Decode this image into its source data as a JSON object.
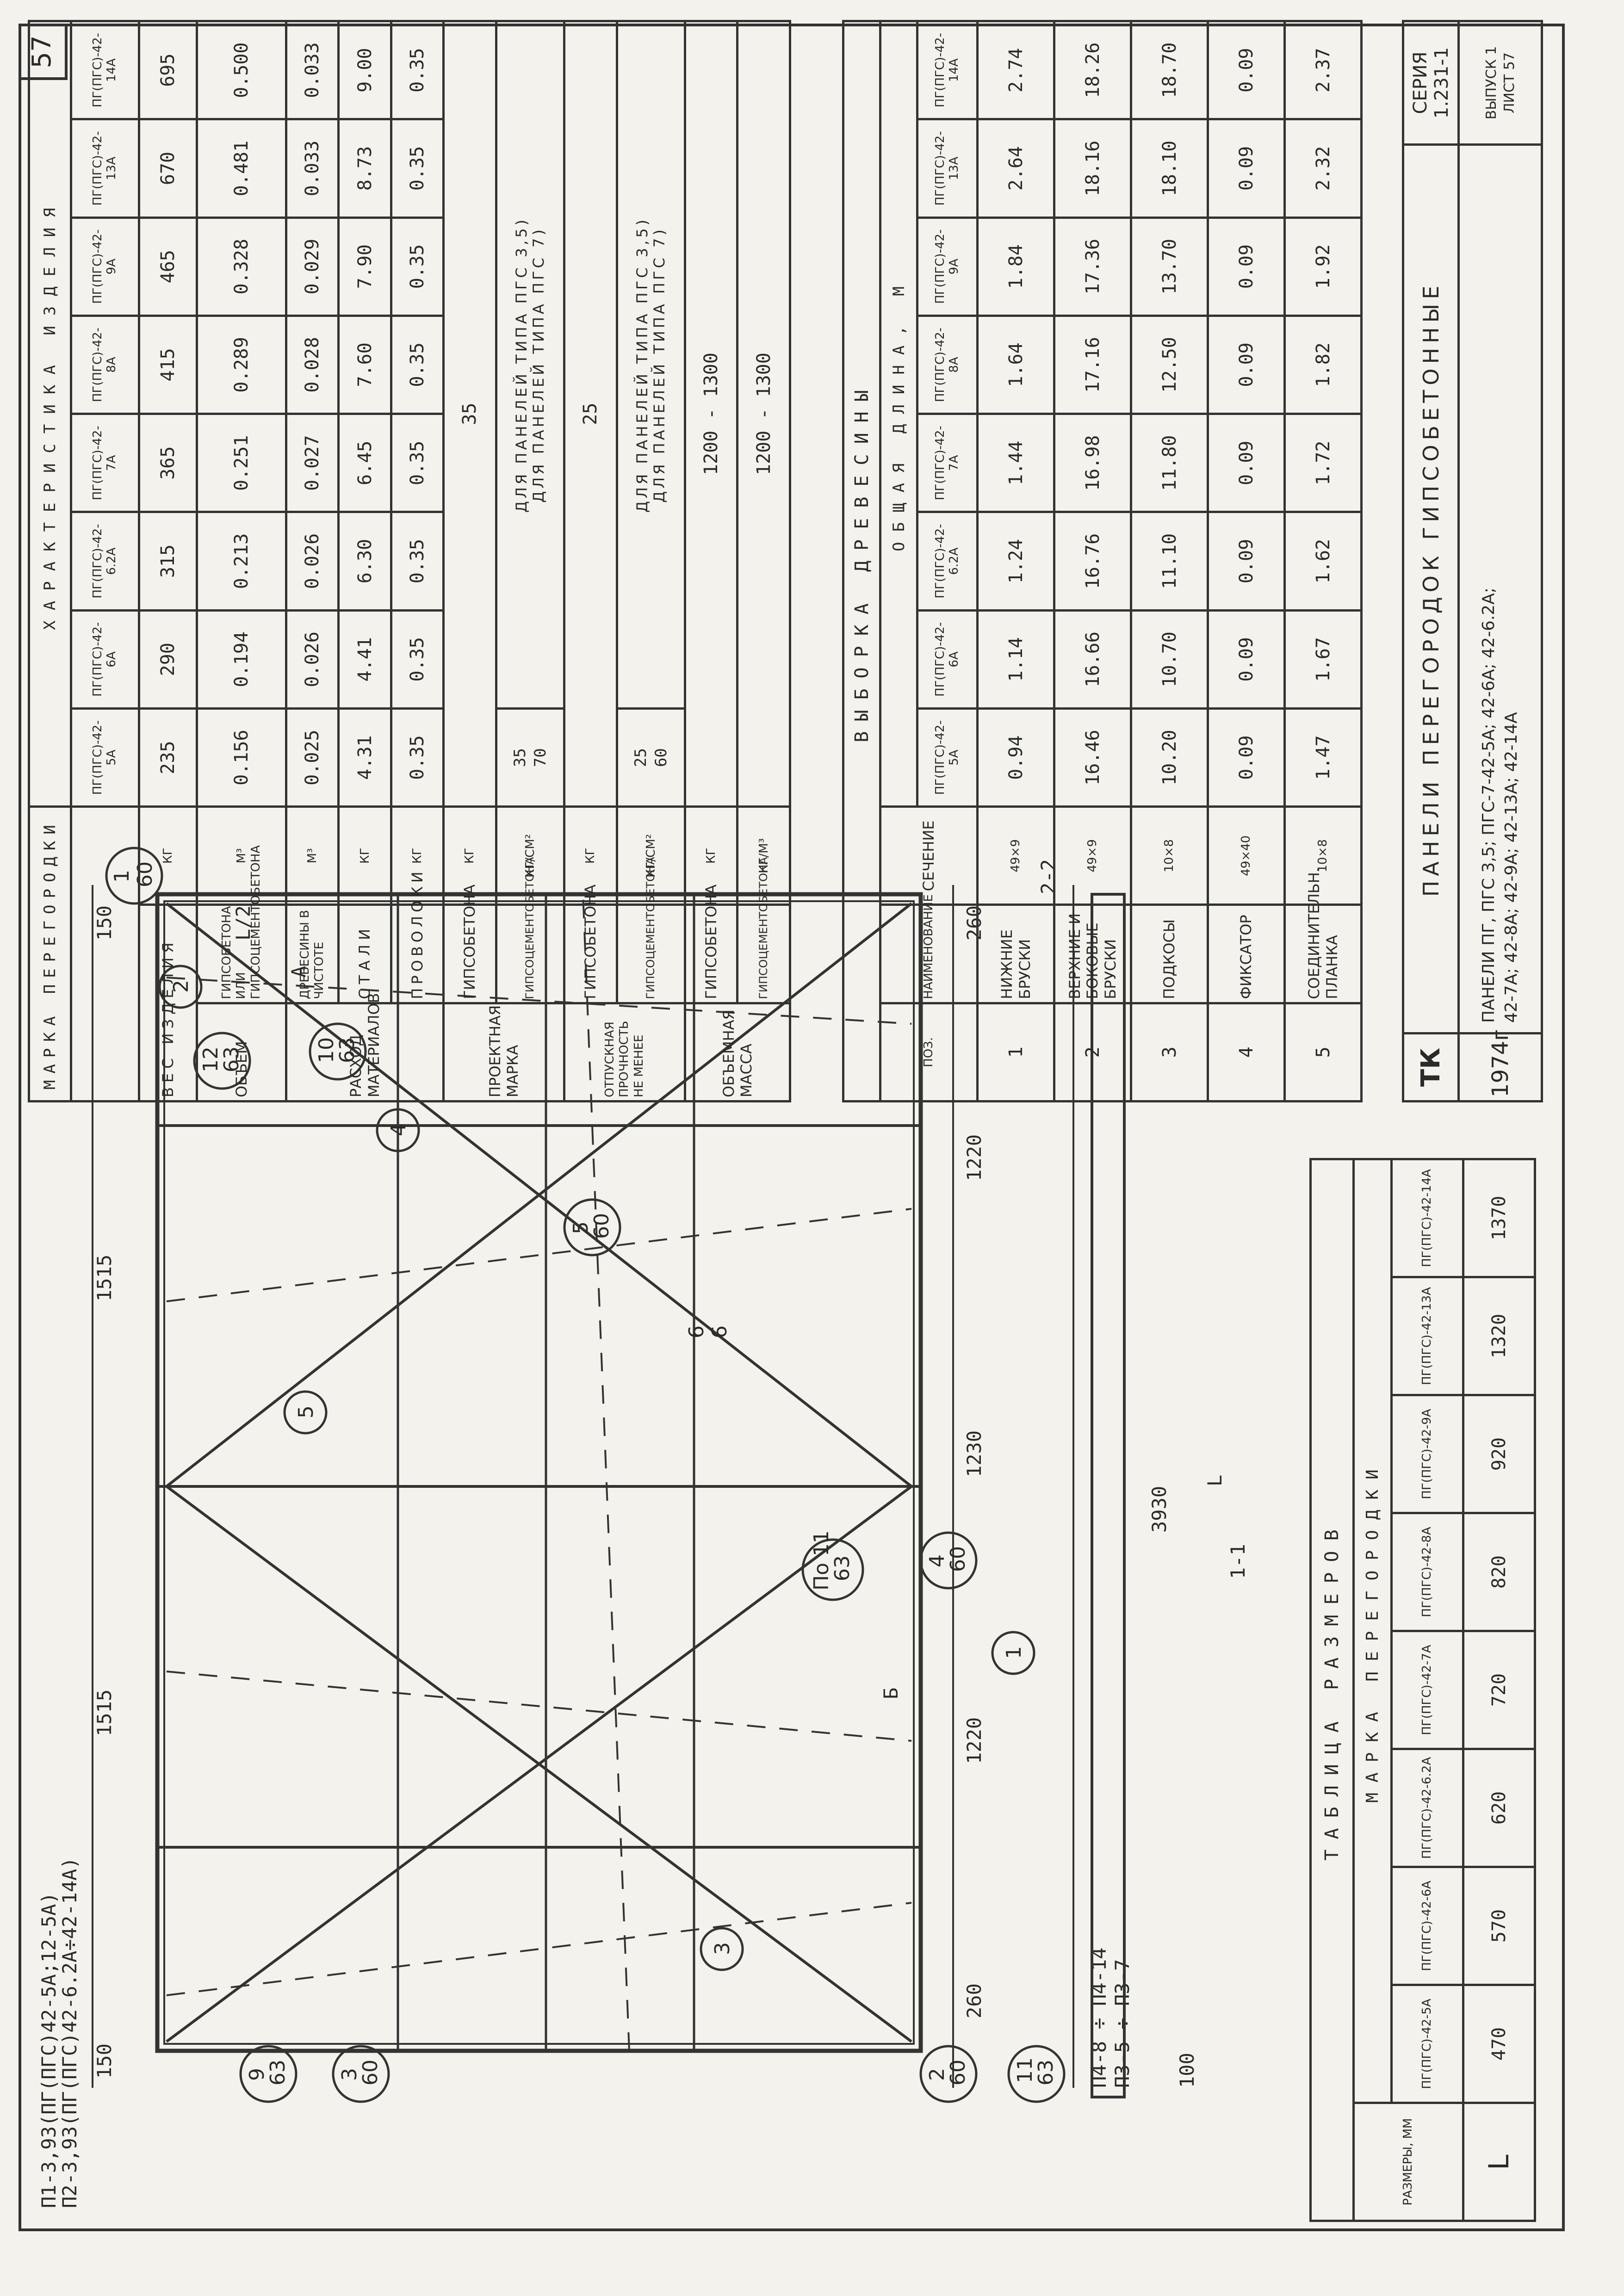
{
  "sheet": {
    "sheet_number": "57",
    "series": "СЕРИЯ 1.231-1",
    "issue": "ВЫПУСК 1",
    "sheet_label": "ЛИСТ 57",
    "year": "1974г",
    "org": "ТК",
    "title": "ПАНЕЛИ ПЕРЕГОРОДОК ГИПСОБЕТОННЫЕ",
    "subtitle_line1": "ПАНЕЛИ ПГ, ПГС 3,5; ПГС-7-42-5А; 42-6А; 42-6.2А;",
    "subtitle_line2": "42-7А; 42-8А; 42-9А; 42-13А; 42-14А"
  },
  "drawing": {
    "section_1_1": "1-1",
    "section_2_2": "2-2",
    "label_p1": "П1-3,93(ПГ(ПГС)42-5А;12-5А)",
    "label_p2": "П2-3,93(ПГ(ПГС)42-6.2А÷42-14А)",
    "label_p3": "П3-5 ÷ П3-7",
    "label_p4": "П4-8 ÷ П4-14",
    "dims": {
      "d150": "150",
      "d1515a": "1515",
      "d1515b": "1515",
      "d3930": "3930",
      "d260a": "260",
      "d260b": "260",
      "d1220a": "1220",
      "d1230": "1230",
      "d1220b": "1220",
      "d100": "100",
      "dL": "L",
      "dL2": "L/2"
    },
    "callouts": [
      {
        "num": "1",
        "sub": "60"
      },
      {
        "num": "2",
        "sub": ""
      },
      {
        "num": "12",
        "sub": "63"
      },
      {
        "num": "10",
        "sub": "63"
      },
      {
        "num": "4",
        "sub": ""
      },
      {
        "num": "5",
        "sub": "60"
      },
      {
        "num": "5",
        "sub": ""
      },
      {
        "num": "6",
        "sub": "6"
      },
      {
        "num": "По 11",
        "sub": "63"
      },
      {
        "num": "4",
        "sub": "60"
      },
      {
        "num": "1",
        "sub": ""
      },
      {
        "num": "9",
        "sub": "63"
      },
      {
        "num": "3",
        "sub": "60"
      },
      {
        "num": "3",
        "sub": ""
      },
      {
        "num": "2",
        "sub": "60"
      },
      {
        "num": "11",
        "sub": "63"
      }
    ],
    "marks": {
      "A": "А",
      "B": "Б",
      "one": "1",
      "two": "2"
    }
  },
  "sizes_table": {
    "title": "ТАБЛИЦА РАЗМЕРОВ",
    "col_header": "РАЗМЕРЫ, ММ",
    "group_header": "МАРКА ПЕРЕГОРОДКИ",
    "brands": [
      "ПГ(ПГС)-42-5А",
      "ПГ(ПГС)-42-6А",
      "ПГ(ПГС)-42-6.2А",
      "ПГ(ПГС)-42-7А",
      "ПГ(ПГС)-42-8А",
      "ПГ(ПГС)-42-9А",
      "ПГ(ПГС)-42-13А",
      "ПГ(ПГС)-42-14А"
    ],
    "row_label": "L",
    "values": [
      "470",
      "570",
      "620",
      "720",
      "820",
      "920",
      "1320",
      "1370"
    ]
  },
  "characteristics": {
    "title": "ХАРАКТЕРИСТИКА ИЗДЕЛИЯ",
    "col_marka": "МАРКА ПЕРЕГОРОДКИ",
    "brands": [
      "ПГ(ПГС)-42-5А",
      "ПГ(ПГС)-42-6А",
      "ПГ(ПГС)-42-6.2А",
      "ПГ(ПГС)-42-7А",
      "ПГ(ПГС)-42-8А",
      "ПГ(ПГС)-42-9А",
      "ПГ(ПГС)-42-13А",
      "ПГ(ПГС)-42-14А"
    ],
    "rows": {
      "ves_label": "ВЕС ИЗДЕЛИЯ",
      "ves_unit": "КГ",
      "ves": [
        "235",
        "290",
        "315",
        "365",
        "415",
        "465",
        "670",
        "695"
      ],
      "obyem_label": "ОБЪЕМ",
      "obyem_sub": "ГИПСОБЕТОНА ИЛИ ГИПСОЦЕМЕНТОБЕТОНА",
      "obyem_unit": "М³",
      "obyem": [
        "0.156",
        "0.194",
        "0.213",
        "0.251",
        "0.289",
        "0.328",
        "0.481",
        "0.500"
      ],
      "rashod_label": "РАСХОД МАТЕРИАЛОВ",
      "drev_label": "ДРЕВЕСИНЫ В ЧИСТОТЕ",
      "drev_unit": "М³",
      "drev": [
        "0.025",
        "0.026",
        "0.026",
        "0.027",
        "0.028",
        "0.029",
        "0.033",
        "0.033"
      ],
      "stal_label": "СТАЛИ",
      "stal_unit": "КГ",
      "stal": [
        "4.31",
        "4.41",
        "6.30",
        "6.45",
        "7.60",
        "7.90",
        "8.73",
        "9.00"
      ],
      "provol_label": "ПРОВОЛОКИ",
      "provol_unit": "КГ",
      "provol": [
        "0.35",
        "0.35",
        "0.35",
        "0.35",
        "0.35",
        "0.35",
        "0.35",
        "0.35"
      ],
      "proekt_label": "ПРОЕКТНАЯ МАРКА",
      "gips_label": "ГИПСОБЕТОНА",
      "gips_unit": "КГ",
      "gips_proekt": "35",
      "gc_label": "ГИПСОЦЕМЕНТОБЕТОНА",
      "gc_unit": "КГ/СМ²",
      "gc_proekt_a": "35",
      "gc_proekt_b": "70",
      "gc_proekt_note_a": "ДЛЯ ПАНЕЛЕЙ ТИПА ПГС 3,5)",
      "gc_proekt_note_b": "ДЛЯ ПАНЕЛЕЙ ТИПА ПГС 7)",
      "otpusk_label": "ОТПУСКНАЯ ПРОЧНОСТЬ НЕ МЕНЕЕ",
      "otpusk_gips": "25",
      "otpusk_gips_unit": "КГ",
      "otpusk_gc_a": "25",
      "otpusk_gc_b": "60",
      "otpusk_gc_unit": "КГ/СМ²",
      "otpusk_note_a": "ДЛЯ ПАНЕЛЕЙ ТИПА ПГС 3,5)",
      "otpusk_note_b": "ДЛЯ ПАНЕЛЕЙ ТИПА ПГС 7)",
      "massa_label": "ОБЪЕМНАЯ МАССА",
      "massa_gips": "1200 - 1300",
      "massa_gips_unit": "КГ",
      "massa_gc": "1200 - 1300",
      "massa_gc_unit": "КГ/М³"
    }
  },
  "wood": {
    "title": "ВЫБОРКА ДРЕВЕСИНЫ",
    "col_pos": "ПОЗ.",
    "col_name": "НАИМЕНОВАНИЕ",
    "col_section": "СЕЧЕНИЕ",
    "col_group": "ОБЩАЯ ДЛИНА, М",
    "brands": [
      "ПГ(ПГС)-42-5А",
      "ПГ(ПГС)-42-6А",
      "ПГ(ПГС)-42-6.2А",
      "ПГ(ПГС)-42-7А",
      "ПГ(ПГС)-42-8А",
      "ПГ(ПГС)-42-9А",
      "ПГ(ПГС)-42-13А",
      "ПГ(ПГС)-42-14А"
    ],
    "rows": [
      {
        "pos": "1",
        "name": "НИЖНИЕ БРУСКИ",
        "section": "49×9",
        "values": [
          "0.94",
          "1.14",
          "1.24",
          "1.44",
          "1.64",
          "1.84",
          "2.64",
          "2.74"
        ]
      },
      {
        "pos": "2",
        "name": "ВЕРХНИЕ И БОКОВЫЕ БРУСКИ",
        "section": "49×9",
        "values": [
          "16.46",
          "16.66",
          "16.76",
          "16.98",
          "17.16",
          "17.36",
          "18.16",
          "18.26"
        ]
      },
      {
        "pos": "3",
        "name": "ПОДКОСЫ",
        "section": "10×8",
        "values": [
          "10.20",
          "10.70",
          "11.10",
          "11.80",
          "12.50",
          "13.70",
          "18.10",
          "18.70"
        ]
      },
      {
        "pos": "4",
        "name": "ФИКСАТОР",
        "section": "49×40",
        "values": [
          "0.09",
          "0.09",
          "0.09",
          "0.09",
          "0.09",
          "0.09",
          "0.09",
          "0.09"
        ]
      },
      {
        "pos": "5",
        "name": "СОЕДИНИТЕЛЬН. ПЛАНКА",
        "section": "10×8",
        "values": [
          "1.47",
          "1.67",
          "1.62",
          "1.72",
          "1.82",
          "1.92",
          "2.32",
          "2.37"
        ]
      }
    ]
  }
}
